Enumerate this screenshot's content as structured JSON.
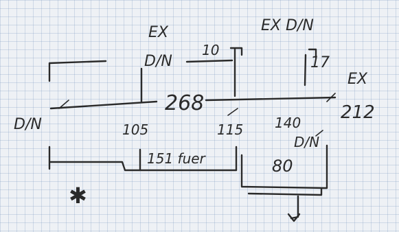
{
  "sketch": {
    "labels": {
      "ex_dn_top_left": "EX",
      "dn_top_left": "D/N",
      "ex_dn_top_right": "EX D/N",
      "ex_right": "EX",
      "dn_left": "D/N",
      "len_10": "10",
      "len_17": "17",
      "len_268": "268",
      "len_212": "212",
      "len_105": "105",
      "len_115": "115",
      "len_140": "140",
      "dn_mid_right": "D/N",
      "len_80": "80",
      "note_151_fuer": "151 fuer",
      "star_mark": "✱"
    },
    "colors": {
      "ink": "#2a2a2a",
      "paper": "#eef1f5",
      "grid": "#a9bcd4"
    }
  }
}
